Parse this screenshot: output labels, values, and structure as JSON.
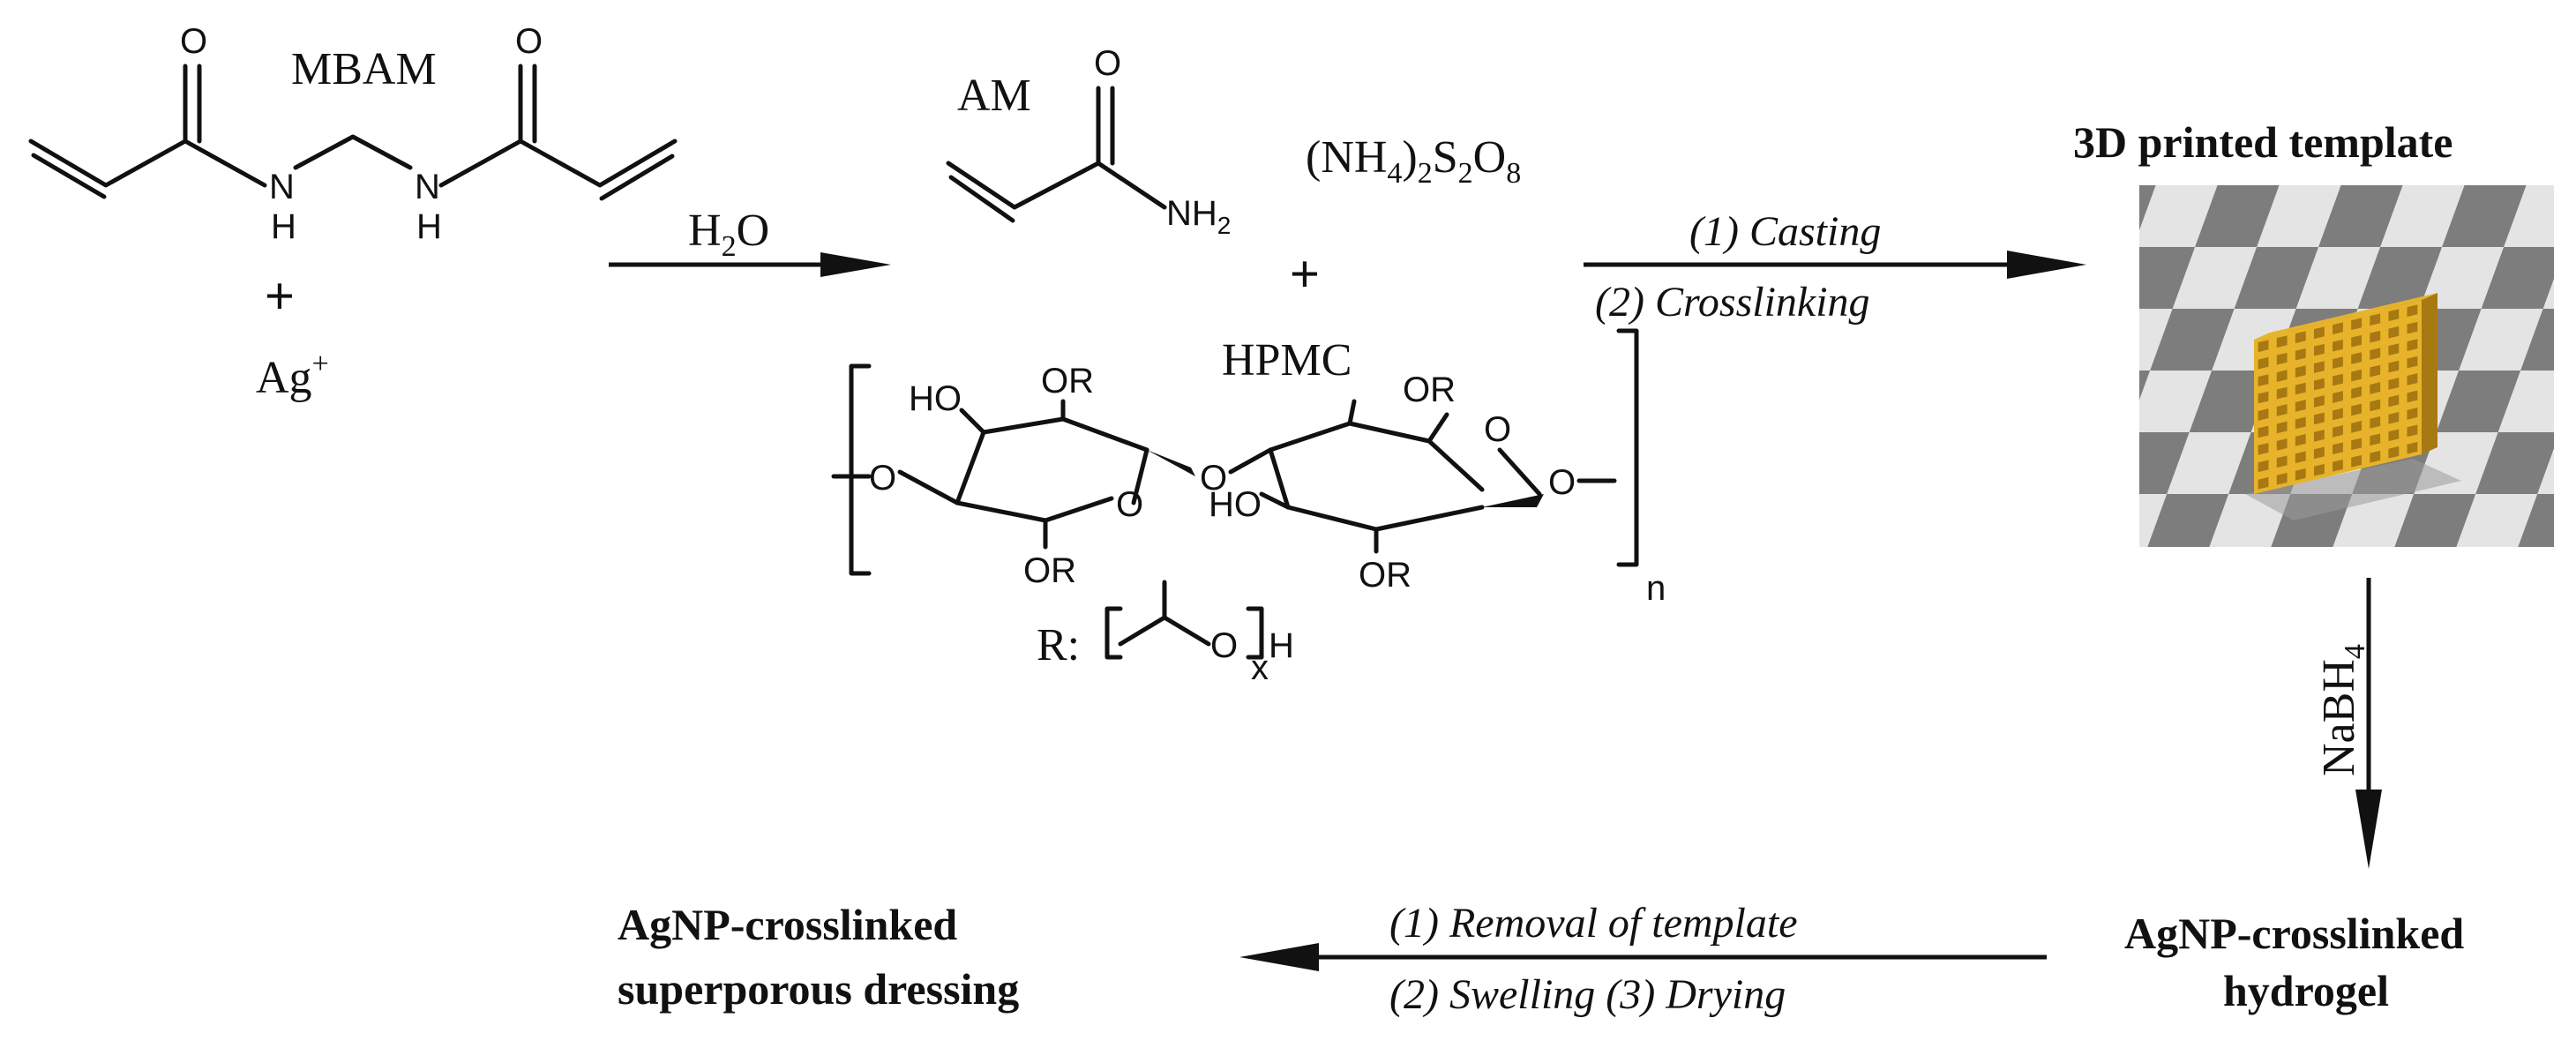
{
  "molecules": {
    "mbam": {
      "name": "MBAM",
      "atom_o": "O",
      "atom_n": "N",
      "atom_h": "H"
    },
    "silver": {
      "symbol": "Ag",
      "charge": "+"
    },
    "am": {
      "name": "AM",
      "atom_o": "O",
      "amine": "NH",
      "amine_sub": "2"
    },
    "aps": {
      "open": "(NH",
      "sub1": "4",
      "mid": ")",
      "sub2": "2",
      "s": "S",
      "sub3": "2",
      "o": "O",
      "sub4": "8"
    },
    "hpmc": {
      "name": "HPMC",
      "ho_left": "HO",
      "ho_right": "HO",
      "or_label": "OR",
      "ring_o": "O",
      "bridge_o": "O",
      "end_o": "O",
      "repeat": "n",
      "r_prefix": "R:",
      "r_o": "O",
      "r_h": "H",
      "r_sub": "x"
    }
  },
  "plus_sign": "+",
  "steps": {
    "water": {
      "main": "H",
      "sub": "2",
      "tail": "O"
    },
    "casting": "(1) Casting",
    "crosslinking": "(2) Crosslinking",
    "nabh4": {
      "main": "NaBH",
      "sub": "4"
    },
    "removal": "(1) Removal of template",
    "swelling": "(2) Swelling (3) Drying"
  },
  "products": {
    "template_title": "3D printed template",
    "hydrogel_line1": "AgNP-crosslinked",
    "hydrogel_line2": "hydrogel",
    "dressing_line1": "AgNP-crosslinked",
    "dressing_line2": "superporous dressing"
  },
  "colors": {
    "ink": "#111111",
    "scaffold": "#e7b32a",
    "scaffold_dark": "#a87812",
    "checker_dark": "#7d7d7d",
    "checker_light": "#e4e4e4"
  }
}
